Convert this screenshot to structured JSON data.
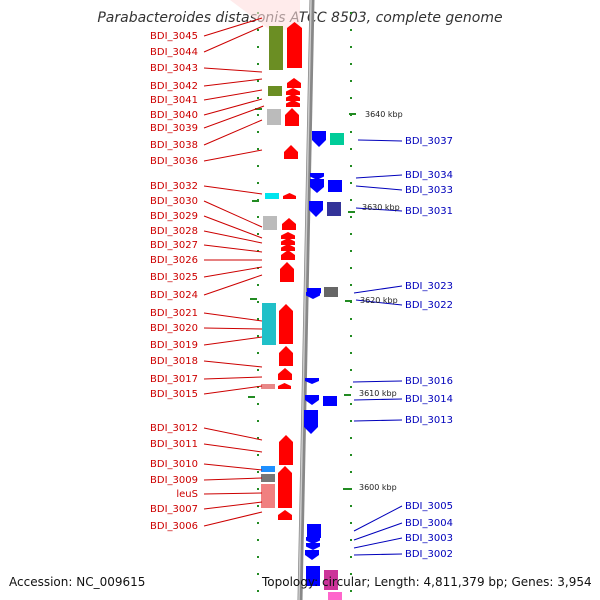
{
  "title": "Parabacteroides distasonis ATCC 8503, complete genome",
  "accession": "Accession: NC_009615",
  "topology": "Topology: circular; Length: 4,811,379 bp; Genes: 3,954",
  "ruler": [
    "3640 kbp",
    "3630 kbp",
    "3620 kbp",
    "3610 kbp",
    "3600 kbp"
  ],
  "left_labels": [
    "BDI_3045",
    "BDI_3044",
    "BDI_3043",
    "BDI_3042",
    "BDI_3041",
    "BDI_3040",
    "BDI_3039",
    "BDI_3038",
    "BDI_3036",
    "BDI_3032",
    "BDI_3030",
    "BDI_3029",
    "BDI_3028",
    "BDI_3027",
    "BDI_3026",
    "BDI_3025",
    "BDI_3024",
    "BDI_3021",
    "BDI_3020",
    "BDI_3019",
    "BDI_3018",
    "BDI_3017",
    "BDI_3015",
    "BDI_3012",
    "BDI_3011",
    "BDI_3010",
    "BDI_3009",
    "leuS",
    "BDI_3007",
    "BDI_3006"
  ],
  "right_labels": [
    "BDI_3037",
    "BDI_3034",
    "BDI_3033",
    "BDI_3031",
    "BDI_3023",
    "BDI_3022",
    "BDI_3016",
    "BDI_3014",
    "BDI_3013",
    "BDI_3005",
    "BDI_3004",
    "BDI_3003",
    "BDI_3002"
  ],
  "colors": {
    "forward": "#ff0000",
    "reverse": "#0000ff",
    "label_left": "#cc0000",
    "label_right": "#0000bb",
    "tick": "#228b22",
    "backbone": "#999999"
  }
}
